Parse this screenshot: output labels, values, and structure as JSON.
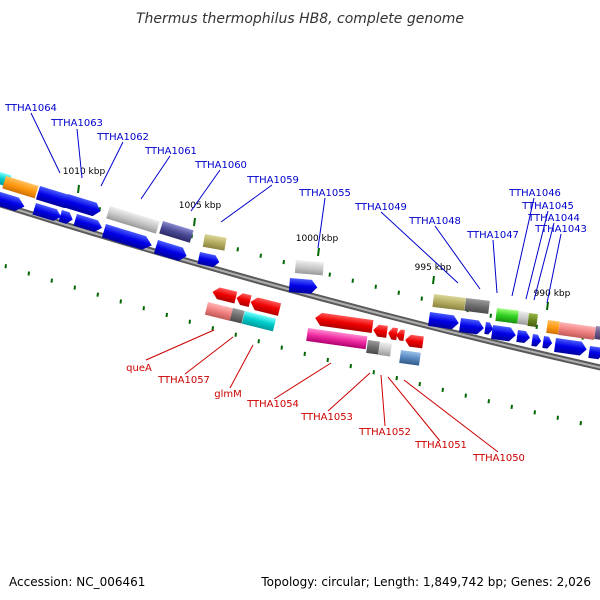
{
  "title": "Thermus thermophilus HB8, complete genome",
  "footer": {
    "accession": "Accession: NC_006461",
    "stats": "Topology: circular; Length: 1,849,742 bp; Genes: 2,026"
  },
  "colors": {
    "forward_label": "#0000cc",
    "reverse_label": "#cc0000",
    "tick": "#006600",
    "backbone": "#777777"
  },
  "ticks": [
    "1010 kbp",
    "1005 kbp",
    "1000 kbp",
    "995 kbp",
    "990 kbp"
  ],
  "forward_labels": [
    "TTHA1064",
    "TTHA1063",
    "TTHA1062",
    "TTHA1061",
    "TTHA1060",
    "TTHA1059",
    "TTHA1055",
    "TTHA1049",
    "TTHA1048",
    "TTHA1047",
    "TTHA1046",
    "TTHA1045",
    "TTHA1044",
    "TTHA1043"
  ],
  "reverse_labels": [
    "queA",
    "TTHA1057",
    "glmM",
    "TTHA1054",
    "TTHA1053",
    "TTHA1052",
    "TTHA1051",
    "TTHA1050"
  ]
}
